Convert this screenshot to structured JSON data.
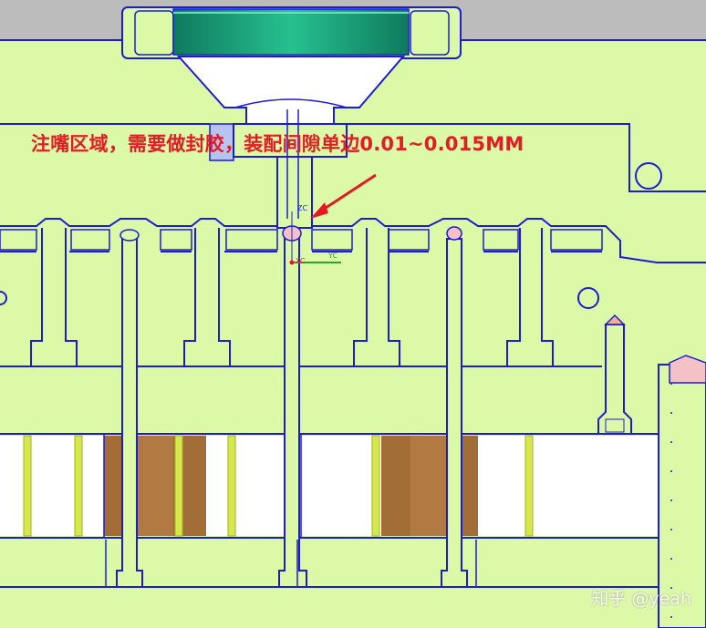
{
  "annotation": {
    "text": "注嘴区域，需要做封胶，装配间隙单边0.01~0.015MM"
  },
  "coordinate_triad": {
    "z_label": "ZC",
    "x_label": "XC",
    "y_label": "YC"
  },
  "watermark": {
    "text": "知乎 @yeah"
  },
  "colors": {
    "plate_fill": "#dcf9a8",
    "outline": "#1b1bd8",
    "background_gray": "#bcbcbc",
    "nozzle_ring": "#1fa57e",
    "cavity_white": "#ffffff",
    "brown_part": "#a36d38",
    "yellow_rod": "#d7e84a",
    "arrow_red": "#e31b23",
    "annotation_red": "#e31b23",
    "pink_part": "#f4c2c6"
  }
}
